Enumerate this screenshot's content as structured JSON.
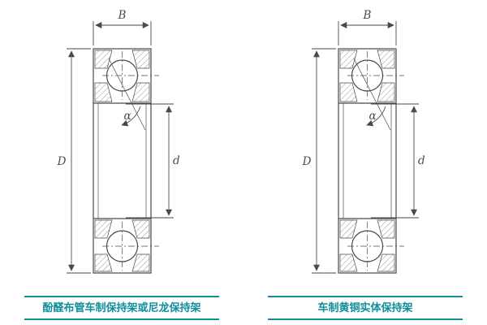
{
  "diagram": {
    "labels": {
      "width": "B",
      "outer_diameter": "D",
      "bore": "d",
      "contact_angle": "α"
    }
  },
  "captions": {
    "left": "酚醛布管车制保持架或尼龙保持架",
    "right": "车制黄铜实体保持架"
  },
  "colors": {
    "accent": "#0f8e9b",
    "line": "#4a4a4a"
  }
}
